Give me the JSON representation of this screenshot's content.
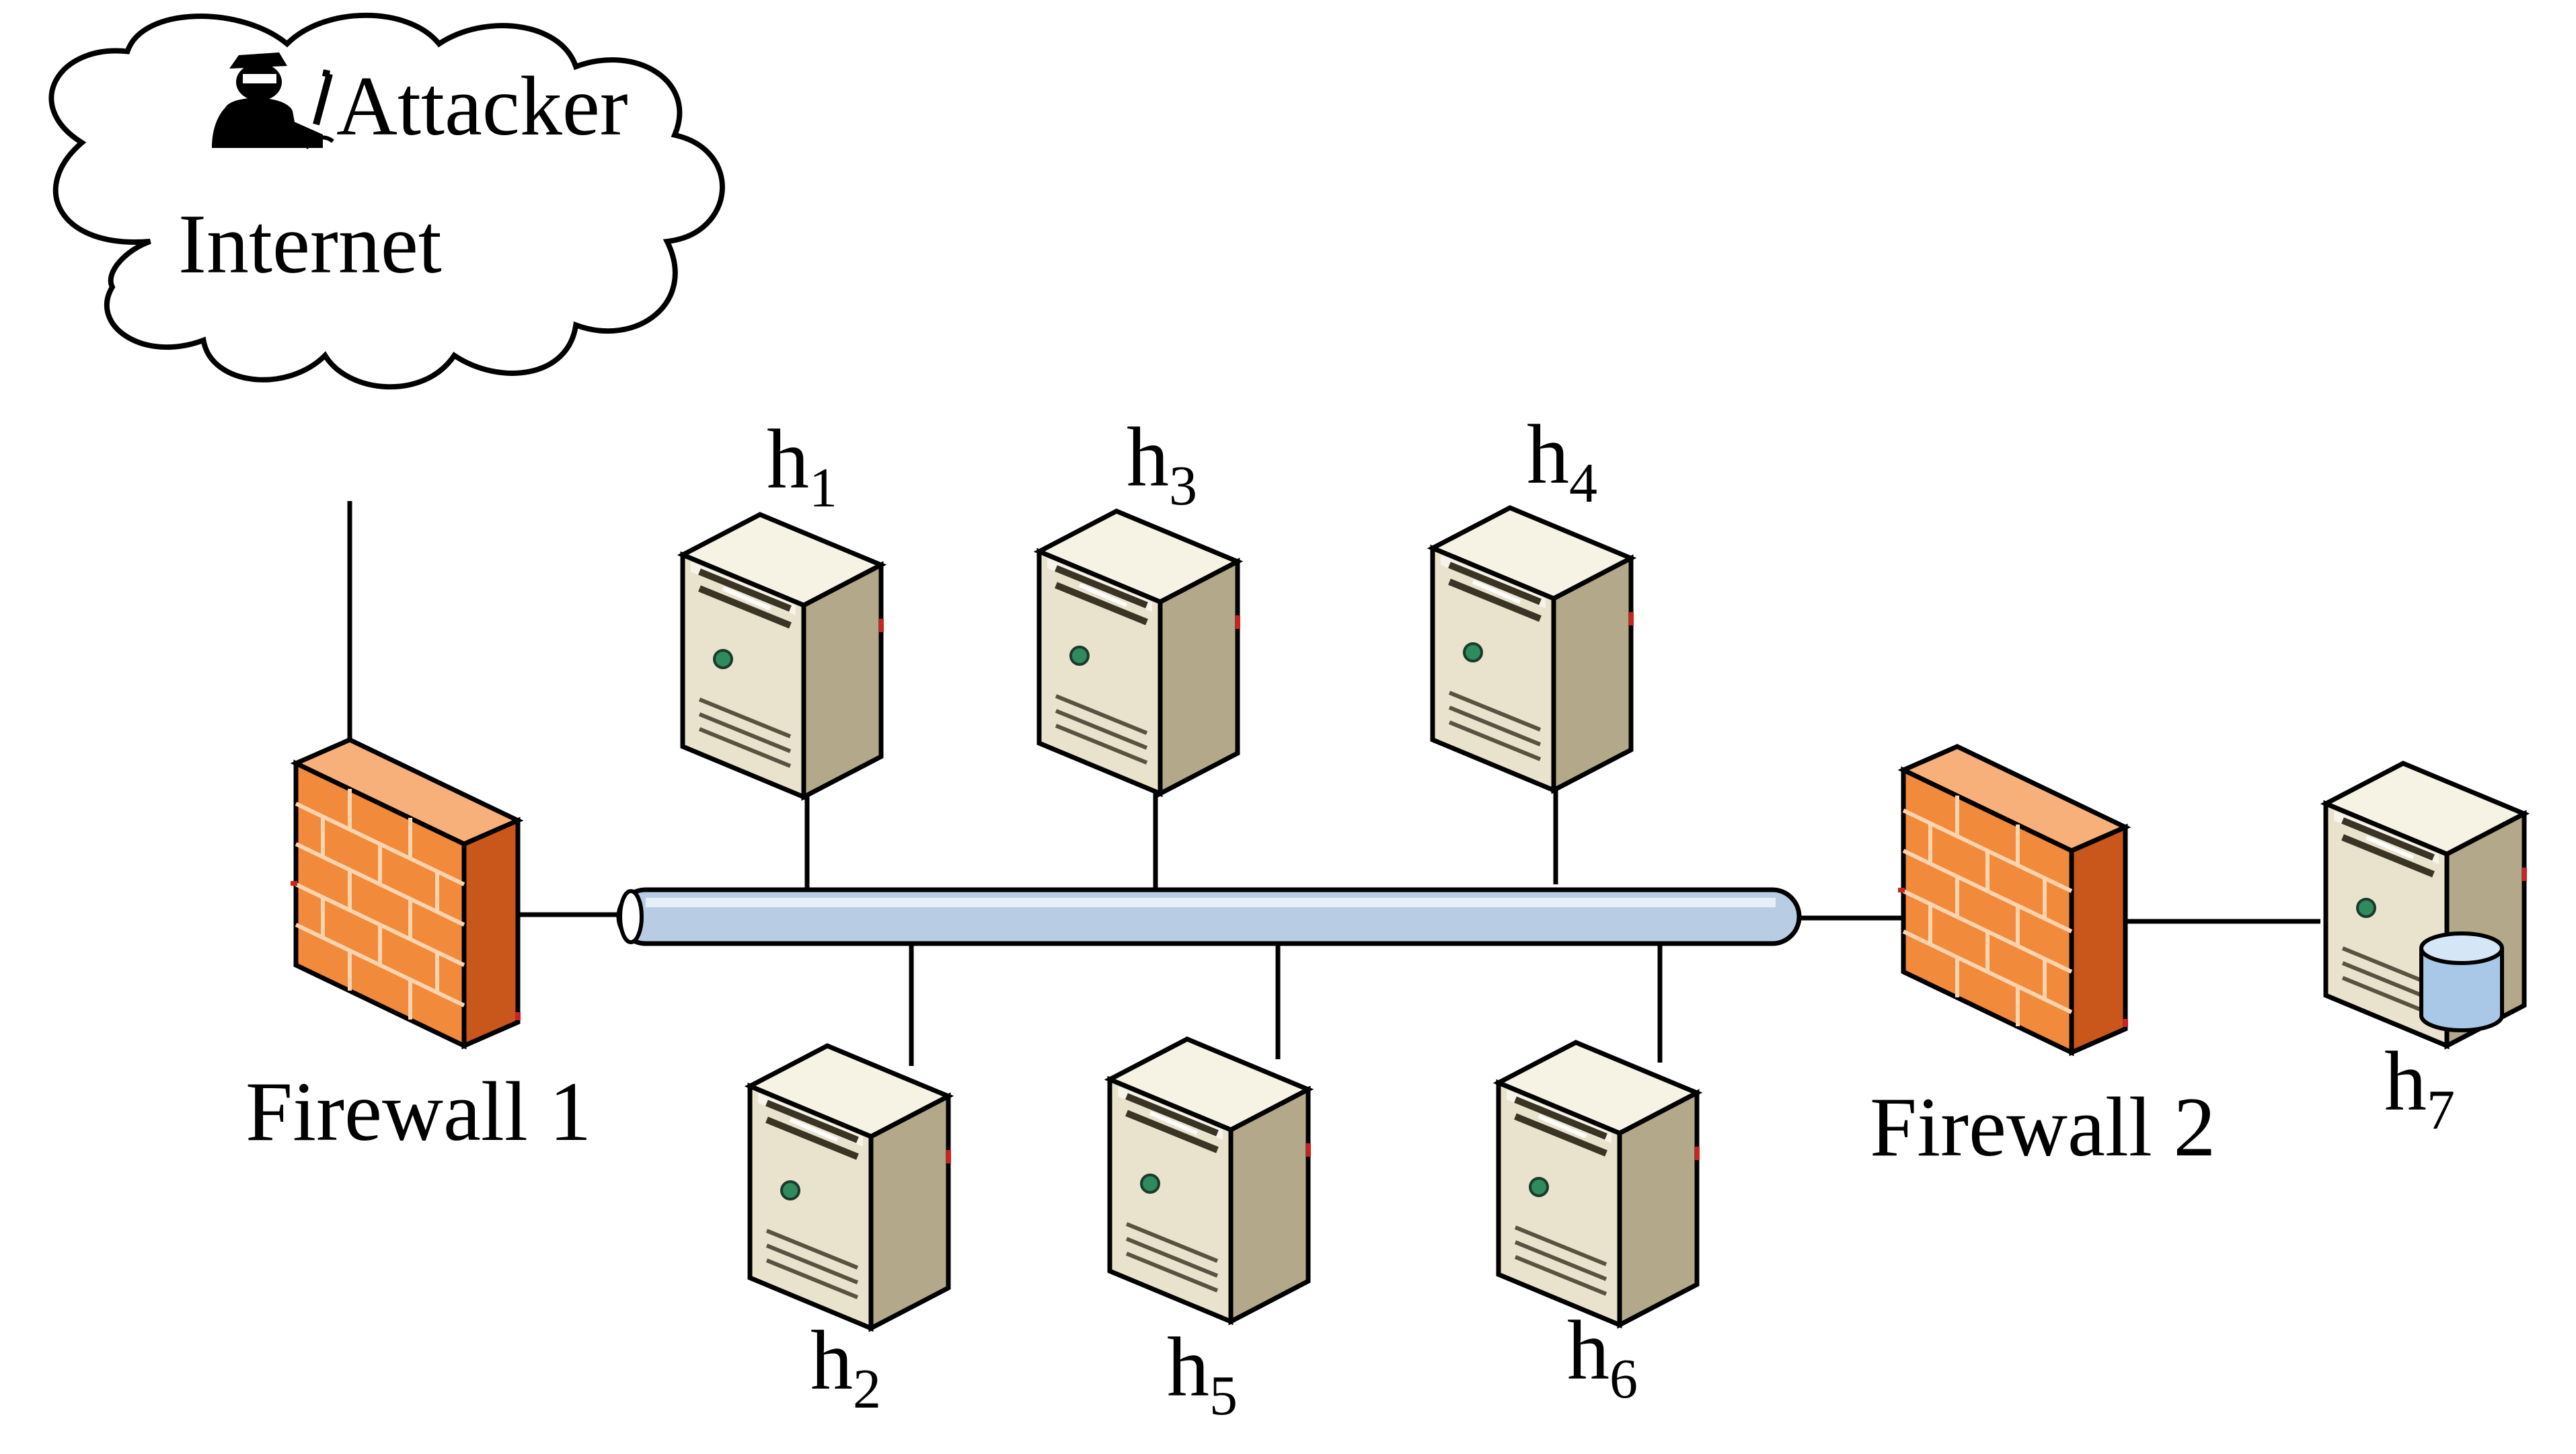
{
  "labels": {
    "attacker": "Attacker",
    "internet": "Internet",
    "firewall1": "Firewall 1",
    "firewall2": "Firewall 2"
  },
  "hosts": [
    {
      "id": "h1",
      "main": "h",
      "sub": "1"
    },
    {
      "id": "h2",
      "main": "h",
      "sub": "2"
    },
    {
      "id": "h3",
      "main": "h",
      "sub": "3"
    },
    {
      "id": "h4",
      "main": "h",
      "sub": "4"
    },
    {
      "id": "h5",
      "main": "h",
      "sub": "5"
    },
    {
      "id": "h6",
      "main": "h",
      "sub": "6"
    },
    {
      "id": "h7",
      "main": "h",
      "sub": "7"
    }
  ],
  "colors": {
    "server_front": "#e9e2cc",
    "server_side": "#b3a98a",
    "server_top": "#f6f2e4",
    "firewall_front": "#f28a3c",
    "firewall_side": "#c9561a",
    "bus_fill": "#b8cde4",
    "bus_stroke": "#4a6486",
    "db_fill": "#a9c8e8"
  }
}
